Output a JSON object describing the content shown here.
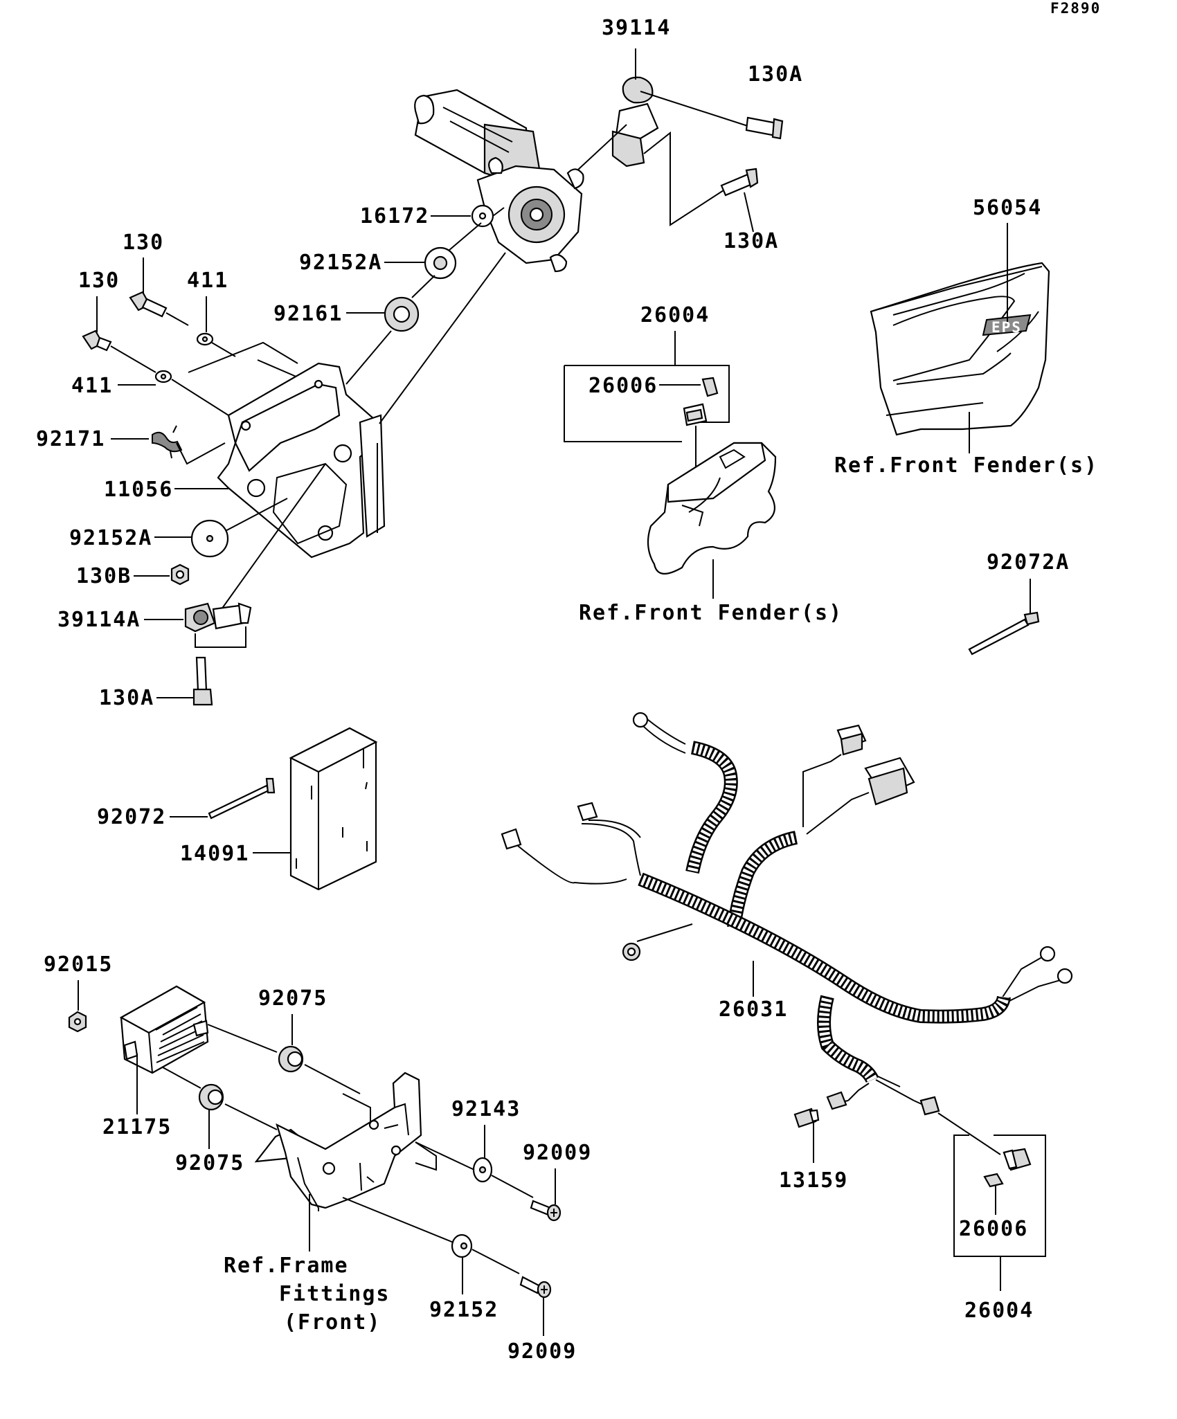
{
  "diagram": {
    "figure_code": "F2890",
    "labels": {
      "l_39114": "39114",
      "l_130A_a": "130A",
      "l_130A_b": "130A",
      "l_16172": "16172",
      "l_92152A_a": "92152A",
      "l_92161": "92161",
      "l_130_a": "130",
      "l_130_b": "130",
      "l_411_a": "411",
      "l_411_b": "411",
      "l_92171": "92171",
      "l_11056": "11056",
      "l_92152A_b": "92152A",
      "l_130B": "130B",
      "l_39114A": "39114A",
      "l_130A_c": "130A",
      "l_26004_a": "26004",
      "l_26006_a": "26006",
      "l_56054": "56054",
      "l_92072A": "92072A",
      "l_92072": "92072",
      "l_14091": "14091",
      "l_92015": "92015",
      "l_92075_a": "92075",
      "l_92075_b": "92075",
      "l_21175": "21175",
      "l_92143": "92143",
      "l_92009_a": "92009",
      "l_92009_b": "92009",
      "l_92152": "92152",
      "l_26031": "26031",
      "l_13159": "13159",
      "l_26006_b": "26006",
      "l_26004_b": "26004"
    },
    "references": {
      "ref_fender_a": "Ref.Front Fender(s)",
      "ref_fender_b": "Ref.Front Fender(s)",
      "ref_frame_1": "Ref.Frame",
      "ref_frame_2": "Fittings",
      "ref_frame_3": "(Front)"
    },
    "emblem_text": "EPS"
  }
}
